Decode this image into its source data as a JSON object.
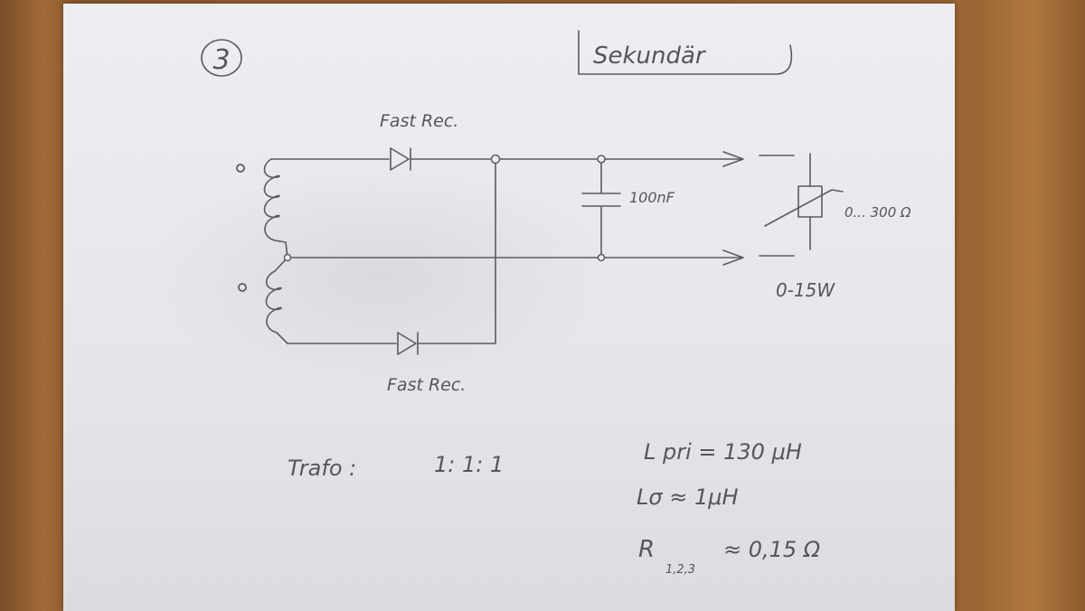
{
  "page_number": "3",
  "title": "Sekundär",
  "diode_top_label": "Fast Rec.",
  "diode_bottom_label": "Fast Rec.",
  "capacitor_label": "100nF",
  "load_label": "0... 300 Ω",
  "power_label": "0-15W",
  "trafo": {
    "label": "Trafo :",
    "ratio": "1: 1: 1"
  },
  "specs": {
    "l_pri": "L pri = 130 μH",
    "l_sigma": "Lσ ≈ 1μH",
    "r_main": "R",
    "r_sub": "1,2,3",
    "r_value": "≈ 0,15 Ω"
  },
  "colors": {
    "ink": "#5a5a62",
    "paper": "#eeeef2",
    "wood": "#9a6634"
  }
}
